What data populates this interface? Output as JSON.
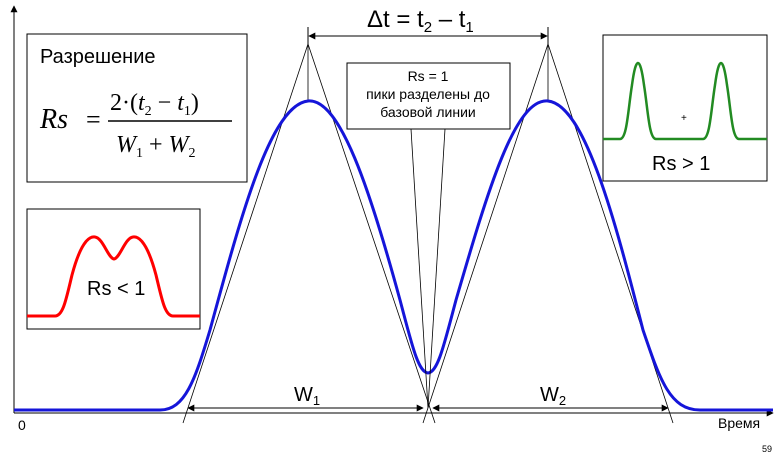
{
  "delta_t": {
    "symbol": "Δt = t",
    "sub2": "2",
    "dash": " – t",
    "sub1": "1"
  },
  "resolution_box": {
    "title": "Разрешение",
    "formula": {
      "lhs": "Rs",
      "equals": "=",
      "num_prefix": "2·(",
      "num_t2": "t",
      "num_t2_sub": "2",
      "num_minus": " − ",
      "num_t1": "t",
      "num_t1_sub": "1",
      "num_suffix": ")",
      "den_w1": "W",
      "den_w1_sub": "1",
      "den_plus": " + ",
      "den_w2": "W",
      "den_w2_sub": "2"
    }
  },
  "center_note": {
    "line1": "Rs = 1",
    "line2": "пики разделены до",
    "line3": "базовой линии"
  },
  "inset_low": {
    "label": "Rs < 1",
    "color": "#ff0000"
  },
  "inset_high": {
    "label": "Rs > 1",
    "color": "#228b22",
    "marker": "+"
  },
  "widths": {
    "w1": "W",
    "w1_sub": "1",
    "w2": "W",
    "w2_sub": "2"
  },
  "axis": {
    "origin": "0",
    "xlabel": "Время"
  },
  "page_number": "59",
  "colors": {
    "main_curve": "#1515d9",
    "line": "#000000"
  }
}
